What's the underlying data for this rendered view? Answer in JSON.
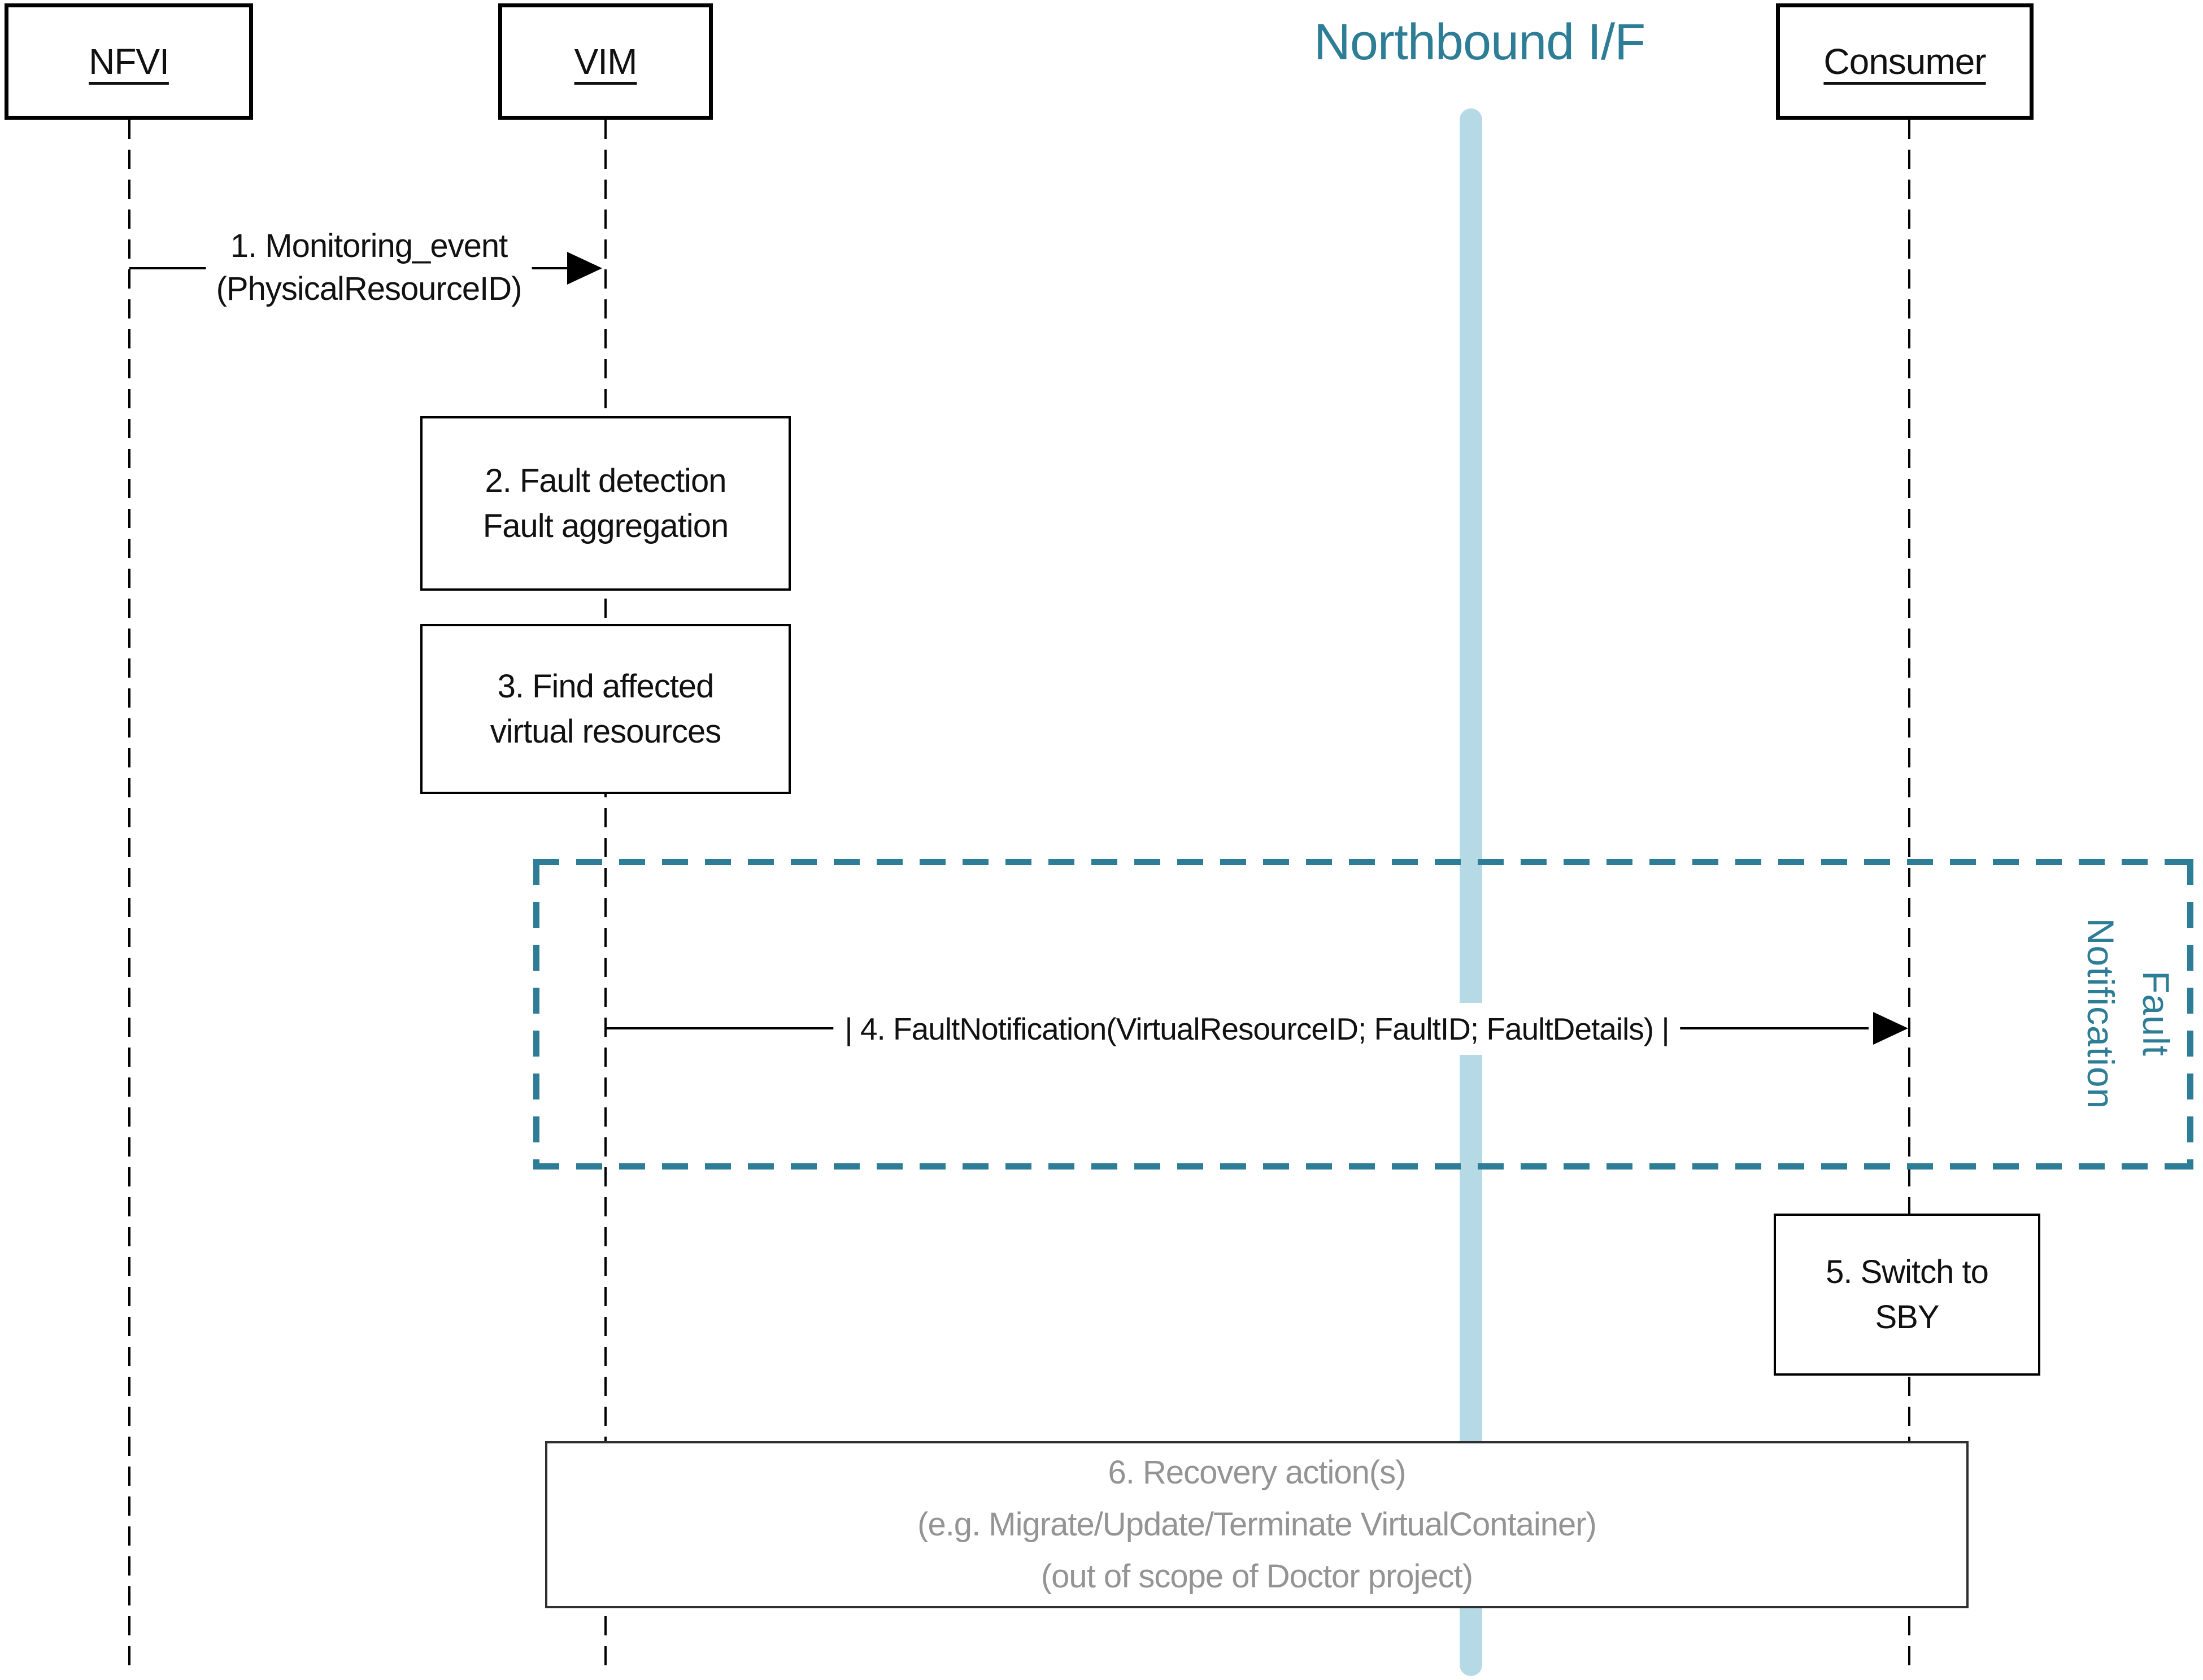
{
  "colors": {
    "teal": "#2E7D96",
    "northbound_bar": "#B5DAE6",
    "note_text": "#949494",
    "line_black": "#000000"
  },
  "actors": [
    {
      "id": "nfvi",
      "label": "NFVI"
    },
    {
      "id": "vim",
      "label": "VIM"
    },
    {
      "id": "consumer",
      "label": "Consumer"
    }
  ],
  "interface": {
    "title": "Northbound I/F"
  },
  "messages": {
    "m1": {
      "line1": "1. Monitoring_event",
      "line2": "(PhysicalResourceID)"
    },
    "m4": {
      "label": "| 4. FaultNotification(VirtualResourceID; FaultID; FaultDetails) |"
    }
  },
  "activities": {
    "a2": {
      "line1": "2. Fault detection",
      "line2": "Fault aggregation"
    },
    "a3": {
      "line1": "3. Find affected",
      "line2": "virtual resources"
    },
    "a5": {
      "line1": "5. Switch to",
      "line2": "SBY"
    }
  },
  "note": {
    "line1": "6. Recovery action(s)",
    "line2": "(e.g. Migrate/Update/Terminate VirtualContainer)",
    "line3": "(out of scope of Doctor project)"
  },
  "annotation": {
    "line1": "Fault",
    "line2": "Notification"
  }
}
